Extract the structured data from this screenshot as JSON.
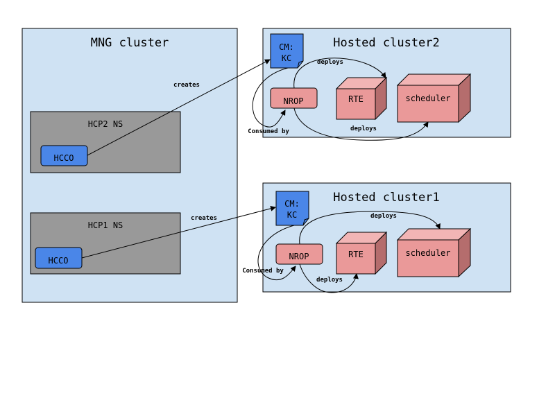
{
  "colors": {
    "cluster_fill": "#cfe2f3",
    "namespace_fill": "#999999",
    "operator_fill": "#4a86e8",
    "component_fill": "#ea9999",
    "component_side": "#b56d6d",
    "component_top": "#f2b5b5"
  },
  "mng_cluster": {
    "title": "MNG cluster",
    "ns_hcp2": {
      "title": "HCP2 NS",
      "hcco": "HCCO"
    },
    "ns_hcp1": {
      "title": "HCP1 NS",
      "hcco": "HCCO"
    }
  },
  "hosted_cluster2": {
    "title": "Hosted cluster2",
    "configmap": [
      "CM:",
      "KC"
    ],
    "nrop": "NROP",
    "rte": "RTE",
    "scheduler": "scheduler",
    "edge_deploys_rte": "deploys",
    "edge_deploys_scheduler": "deploys",
    "edge_consumed_by": "Consumed by"
  },
  "hosted_cluster1": {
    "title": "Hosted cluster1",
    "configmap": [
      "CM:",
      "KC"
    ],
    "nrop": "NROP",
    "rte": "RTE",
    "scheduler": "scheduler",
    "edge_deploys_rte": "deploys",
    "edge_deploys_scheduler": "deploys",
    "edge_consumed_by": "Consumed by"
  },
  "edges": {
    "creates_top": "creates",
    "creates_bottom": "creates"
  }
}
